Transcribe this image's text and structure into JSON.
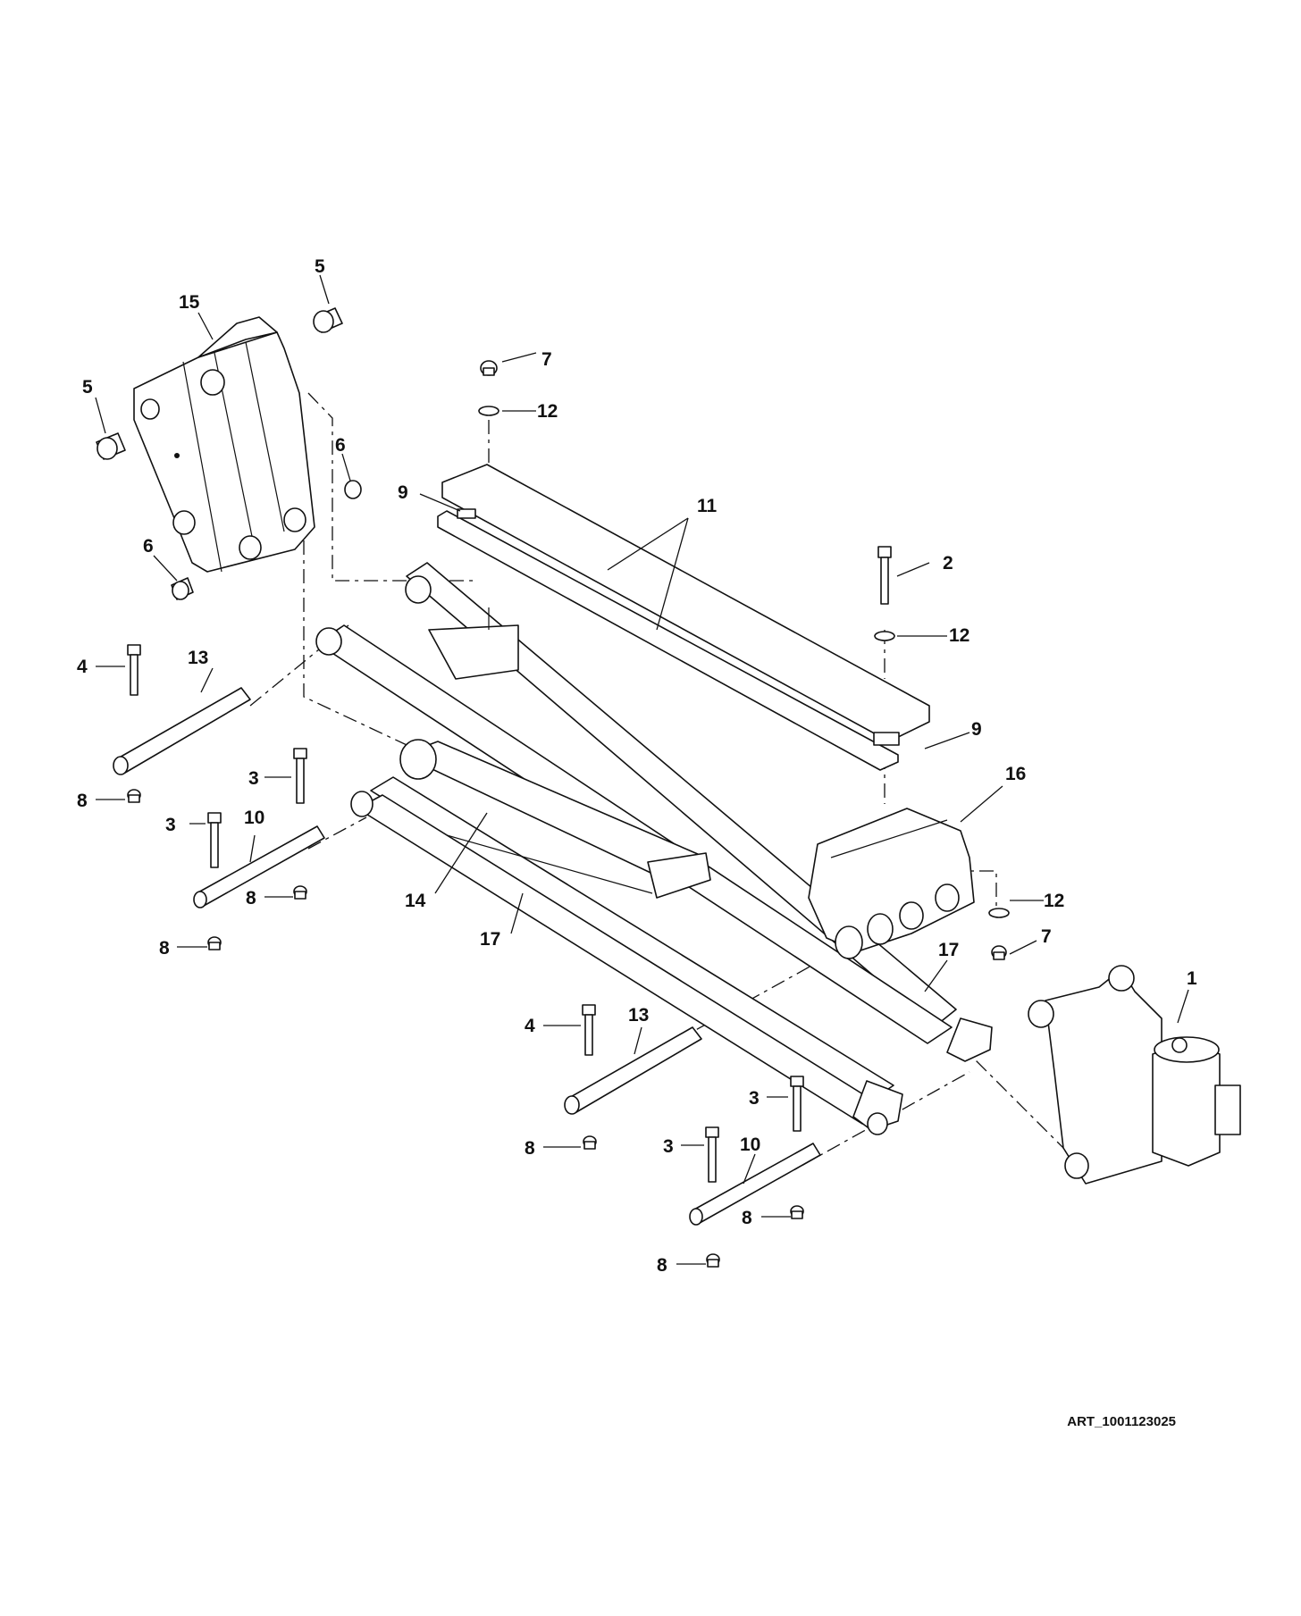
{
  "callouts": [
    {
      "id": "c15",
      "number": "15"
    },
    {
      "id": "c5a",
      "number": "5"
    },
    {
      "id": "c5b",
      "number": "5"
    },
    {
      "id": "c6a",
      "number": "6"
    },
    {
      "id": "c6b",
      "number": "6"
    },
    {
      "id": "c7a",
      "number": "7"
    },
    {
      "id": "c12a",
      "number": "12"
    },
    {
      "id": "c9a",
      "number": "9"
    },
    {
      "id": "c11",
      "number": "11"
    },
    {
      "id": "c2",
      "number": "2"
    },
    {
      "id": "c12b",
      "number": "12"
    },
    {
      "id": "c4a",
      "number": "4"
    },
    {
      "id": "c13a",
      "number": "13"
    },
    {
      "id": "c8a",
      "number": "8"
    },
    {
      "id": "c3a",
      "number": "3"
    },
    {
      "id": "c3b",
      "number": "3"
    },
    {
      "id": "c10a",
      "number": "10"
    },
    {
      "id": "c8b",
      "number": "8"
    },
    {
      "id": "c8c",
      "number": "8"
    },
    {
      "id": "c9b",
      "number": "9"
    },
    {
      "id": "c16",
      "number": "16"
    },
    {
      "id": "c14",
      "number": "14"
    },
    {
      "id": "c17a",
      "number": "17"
    },
    {
      "id": "c12c",
      "number": "12"
    },
    {
      "id": "c7b",
      "number": "7"
    },
    {
      "id": "c17b",
      "number": "17"
    },
    {
      "id": "c1",
      "number": "1"
    },
    {
      "id": "c4b",
      "number": "4"
    },
    {
      "id": "c13b",
      "number": "13"
    },
    {
      "id": "c8d",
      "number": "8"
    },
    {
      "id": "c3c",
      "number": "3"
    },
    {
      "id": "c3d",
      "number": "3"
    },
    {
      "id": "c10b",
      "number": "10"
    },
    {
      "id": "c8e",
      "number": "8"
    },
    {
      "id": "c8f",
      "number": "8"
    }
  ],
  "art_id": "ART_1001123025"
}
